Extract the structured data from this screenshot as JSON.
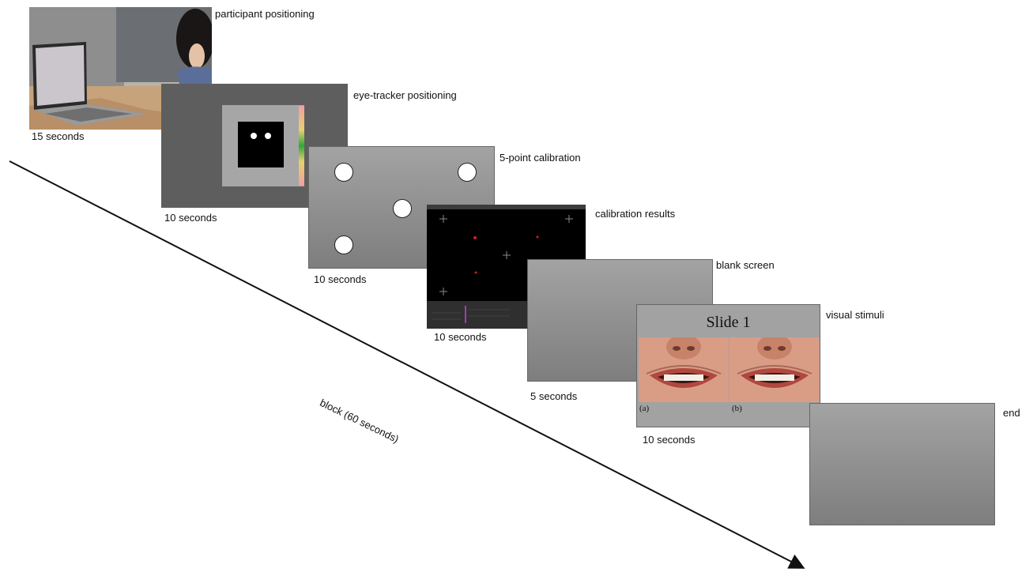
{
  "stages": [
    {
      "label": "participant positioning",
      "duration": "15 seconds"
    },
    {
      "label": "eye-tracker positioning",
      "duration": "10 seconds"
    },
    {
      "label": "5-point calibration",
      "duration": "10 seconds"
    },
    {
      "label": "calibration results",
      "duration": "10 seconds"
    },
    {
      "label": "blank screen",
      "duration": "5 seconds"
    },
    {
      "label": "visual stimuli",
      "duration": "10 seconds"
    },
    {
      "label": "end",
      "duration": ""
    }
  ],
  "stimuli_slide": {
    "title": "Slide 1",
    "image_a_label": "(a)",
    "image_b_label": "(b)"
  },
  "timeline": {
    "label": "block (60 seconds)"
  }
}
